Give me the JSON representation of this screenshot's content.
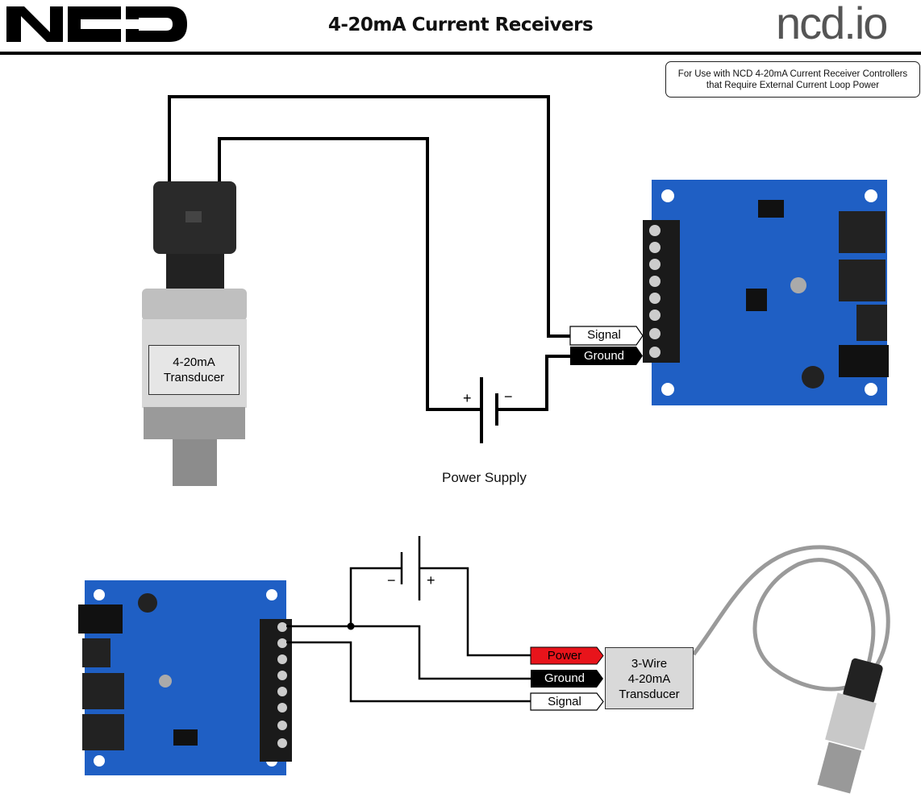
{
  "header": {
    "logo_left": "NCD",
    "title": "4-20mA Current Receivers",
    "logo_right": "ncd.io"
  },
  "note": {
    "line1": "For Use with NCD 4-20mA Current Receiver Controllers",
    "line2": "that Require External Current Loop Power"
  },
  "top_diagram": {
    "transducer_label_1": "4-20mA",
    "transducer_label_2": "Transducer",
    "signal_label": "Signal",
    "ground_label": "Ground",
    "power_supply_label": "Power Supply",
    "plus": "+",
    "minus": "−"
  },
  "bottom_diagram": {
    "power_label": "Power",
    "ground_label": "Ground",
    "signal_label": "Signal",
    "transducer_label_1": "3-Wire",
    "transducer_label_2": "4-20mA",
    "transducer_label_3": "Transducer",
    "plus": "+",
    "minus": "−"
  },
  "colors": {
    "board_blue": "#1f5fc4",
    "power_red": "#e8141b",
    "wire": "#000000"
  }
}
